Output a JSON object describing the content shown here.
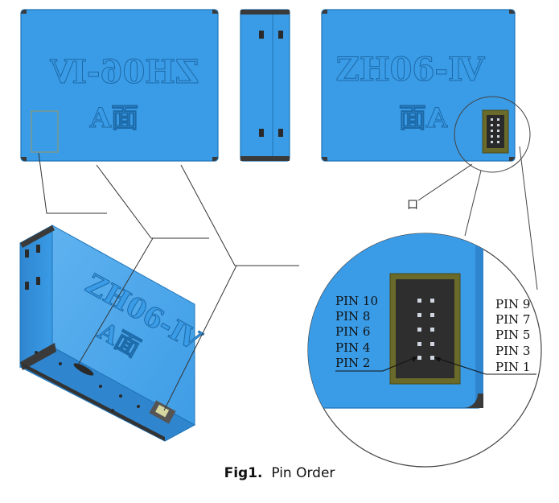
{
  "module": {
    "model_text": "ZH06-Ⅳ",
    "side_text": "A面"
  },
  "callout": {
    "label": "口"
  },
  "pins": {
    "left": [
      "PIN 10",
      "PIN 8",
      "PIN 6",
      "PIN 4",
      "PIN 2"
    ],
    "right": [
      "PIN 9",
      "PIN 7",
      "PIN 5",
      "PIN 3",
      "PIN 1"
    ]
  },
  "caption": {
    "label": "Fig1.",
    "text": "Pin Order"
  },
  "colors": {
    "body_blue": "#3a9be6",
    "body_edge": "#1f74b8",
    "connector_olive": "#6a6a2a",
    "connector_dark": "#2a2a2a",
    "corner_dark": "#3a3a3a"
  }
}
